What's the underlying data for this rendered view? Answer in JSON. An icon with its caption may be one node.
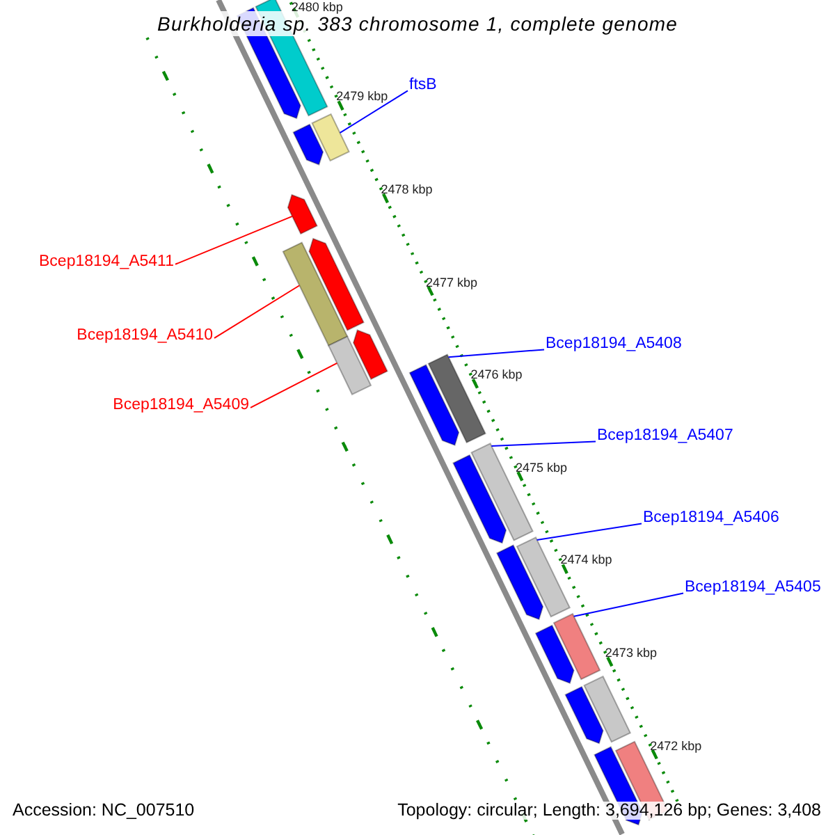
{
  "diagram": {
    "title": "Burkholderia sp. 383 chromosome 1, complete genome",
    "nodes": [
      {
        "text": [
          "ftsB"
        ]
      },
      {
        "text": [
          "Bcep18194_A5411"
        ]
      },
      {
        "text": [
          "Bcep18194_A5410"
        ]
      },
      {
        "text": [
          "Bcep18194_A5409"
        ]
      },
      {
        "text": [
          "Bcep18194_A5408"
        ]
      },
      {
        "text": [
          "Bcep18194_A5407"
        ]
      },
      {
        "text": [
          "Bcep18194_A5406"
        ]
      },
      {
        "text": [
          "Bcep18194_A5405"
        ]
      },
      {
        "text": [],
        "shape": "bar"
      },
      {
        "text": [],
        "shape": "arrow"
      },
      {
        "text": [],
        "shape": "bar"
      },
      {
        "text": [],
        "shape": "arrow"
      },
      {
        "text": [],
        "shape": "arrow"
      },
      {
        "text": [],
        "shape": "arrow"
      },
      {
        "text": [],
        "shape": "bar"
      },
      {
        "text": [],
        "shape": "arrow"
      },
      {
        "text": [],
        "shape": "bar"
      },
      {
        "text": [],
        "shape": "bar"
      },
      {
        "text": [],
        "shape": "arrow"
      },
      {
        "text": [],
        "shape": "bar"
      },
      {
        "text": [],
        "shape": "arrow"
      },
      {
        "text": [],
        "shape": "bar"
      },
      {
        "text": [],
        "shape": "arrow"
      },
      {
        "text": [],
        "shape": "bar"
      },
      {
        "text": [],
        "shape": "arrow"
      },
      {
        "text": [],
        "shape": "bar"
      },
      {
        "text": [],
        "shape": "arrow"
      },
      {
        "text": [],
        "shape": "bar"
      },
      {
        "text": [],
        "shape": "arrow"
      }
    ],
    "edges": [
      {
        "from": 0,
        "to": 10,
        "arrow": "none"
      },
      {
        "from": 1,
        "to": 12,
        "arrow": "none",
        "color": "#ff0000"
      },
      {
        "from": 2,
        "to": 14,
        "arrow": "none",
        "color": "#ff0000"
      },
      {
        "from": 3,
        "to": 16,
        "arrow": "none",
        "color": "#ff0000"
      },
      {
        "from": 4,
        "to": 17,
        "arrow": "none"
      },
      {
        "from": 5,
        "to": 19,
        "arrow": "none"
      },
      {
        "from": 6,
        "to": 21,
        "arrow": "none"
      },
      {
        "from": 7,
        "to": 23,
        "arrow": "none"
      }
    ],
    "labels": [
      "2480 kbp",
      "2479 kbp",
      "2478 kbp",
      "2477 kbp",
      "2476 kbp",
      "2475 kbp",
      "2474 kbp",
      "2473 kbp",
      "2472 kbp",
      "Accession: NC_007510",
      "Topology: circular; Length: 3,694,126 bp; Genes: 3,408"
    ]
  }
}
